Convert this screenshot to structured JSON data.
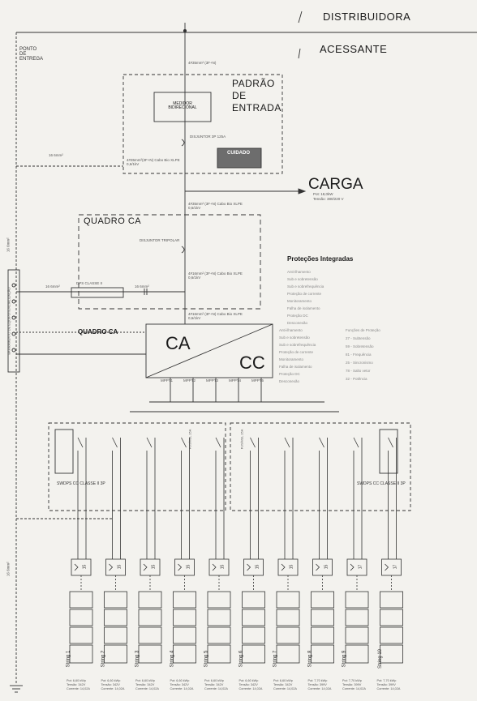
{
  "top": {
    "distribuidora": "DISTRIBUIDORA",
    "acessante": "ACESSANTE",
    "ponto": [
      "PONTO",
      "DE",
      "ENTREGA"
    ]
  },
  "padrao": {
    "title": [
      "PADRÃO",
      "DE",
      "ENTRADA"
    ],
    "medidor": [
      "MEDIDOR",
      "BIDIRECIONAL"
    ],
    "disjuntor": "DISJUNTOR 3P 125A",
    "cuidado": "CUIDADO",
    "cabo_entrada": "4#35mm²(3F+N) Cabo Bio XLPE 0,6/1kV"
  },
  "carga": {
    "label": "CARGA",
    "potencia": "Pot: 18,0kW",
    "tensao": "Tensão: 380/220 V"
  },
  "quadro_ca_box": {
    "title": "QUADRO CA",
    "disjuntor": "DISJUNTOR TRIPOLAR",
    "dps": "DPS CLASSE II"
  },
  "cables": [
    "4#35mm² (3F+N)",
    "4#35mm² (3F+N) Cabo Bio XLPE 0,6/1kV",
    "4#16mm² (3F+N) Cabo Bio XLPE 0,6/1kV",
    "4#16mm² (3F+N) Cabo Bio XLPE 0,6/1kV",
    "16 6mm²"
  ],
  "ground": {
    "bus": "BARRAMENTO DE EQUIPOTENCIALIZAÇÃO",
    "left_cable_top": "16 6mm²",
    "left_cable_bottom": "16 6mm²",
    "cable_16": "16 6mm²"
  },
  "inverter": {
    "ca": "CA",
    "cc": "CC",
    "label": "QUADRO CA",
    "mppt": [
      "MPPT1",
      "MPPT2",
      "MPPT3",
      "MPPT4",
      "MPPT5"
    ]
  },
  "protections": {
    "title": "Proteções Integradas",
    "left": [
      "Anti-ilhamento",
      "Sub e sobretensão",
      "Sub e sobrefrequência",
      "Proteção de corrente",
      "Monitoramento",
      "Falha de isolamento",
      "Proteção DC",
      "Desconexão"
    ],
    "right": [
      "Funções de Proteção",
      "27 - Subtensão",
      "59 - Sobretensão",
      "81 - Frequência",
      "25 - Sincronismo",
      "78 - Salto vetor",
      "32 - Potência"
    ]
  },
  "stringbox": {
    "left_label": "SWDPS CC CLASSE II 3P",
    "right_label": "SWDPS CC CLASSE II 3P",
    "fuse_label": "FUSÍVEL 15A"
  },
  "strings": [
    {
      "label": "String 1",
      "spec": [
        "Pot: 6,60 kWp",
        "Tensão: 342V",
        "Corrente: 14,02A"
      ]
    },
    {
      "label": "String 2",
      "spec": [
        "Pot: 6,60 kWp",
        "Tensão: 342V",
        "Corrente: 14,02A"
      ]
    },
    {
      "label": "String 3",
      "spec": [
        "Pot: 6,60 kWp",
        "Tensão: 342V",
        "Corrente: 14,02A"
      ]
    },
    {
      "label": "String 4",
      "spec": [
        "Pot: 6,60 kWp",
        "Tensão: 342V",
        "Corrente: 14,02A"
      ]
    },
    {
      "label": "String 5",
      "spec": [
        "Pot: 6,60 kWp",
        "Tensão: 342V",
        "Corrente: 14,02A"
      ]
    },
    {
      "label": "String 6",
      "spec": [
        "Pot: 6,60 kWp",
        "Tensão: 342V",
        "Corrente: 14,02A"
      ]
    },
    {
      "label": "String 7",
      "spec": [
        "Pot: 6,60 kWp",
        "Tensão: 342V",
        "Corrente: 14,02A"
      ]
    },
    {
      "label": "String 8",
      "spec": [
        "Pot: 7,70 kWp",
        "Tensão: 399V",
        "Corrente: 14,02A"
      ]
    },
    {
      "label": "String 9",
      "spec": [
        "Pot: 7,70 kWp",
        "Tensão: 399V",
        "Corrente: 14,02A"
      ]
    },
    {
      "label": "String 10",
      "spec": [
        "Pot: 7,70 kWp",
        "Tensão: 399V",
        "Corrente: 14,02A"
      ]
    }
  ],
  "module_numbers": [
    "15",
    "15",
    "15",
    "15",
    "15",
    "15",
    "15",
    "15",
    "17",
    "17"
  ]
}
